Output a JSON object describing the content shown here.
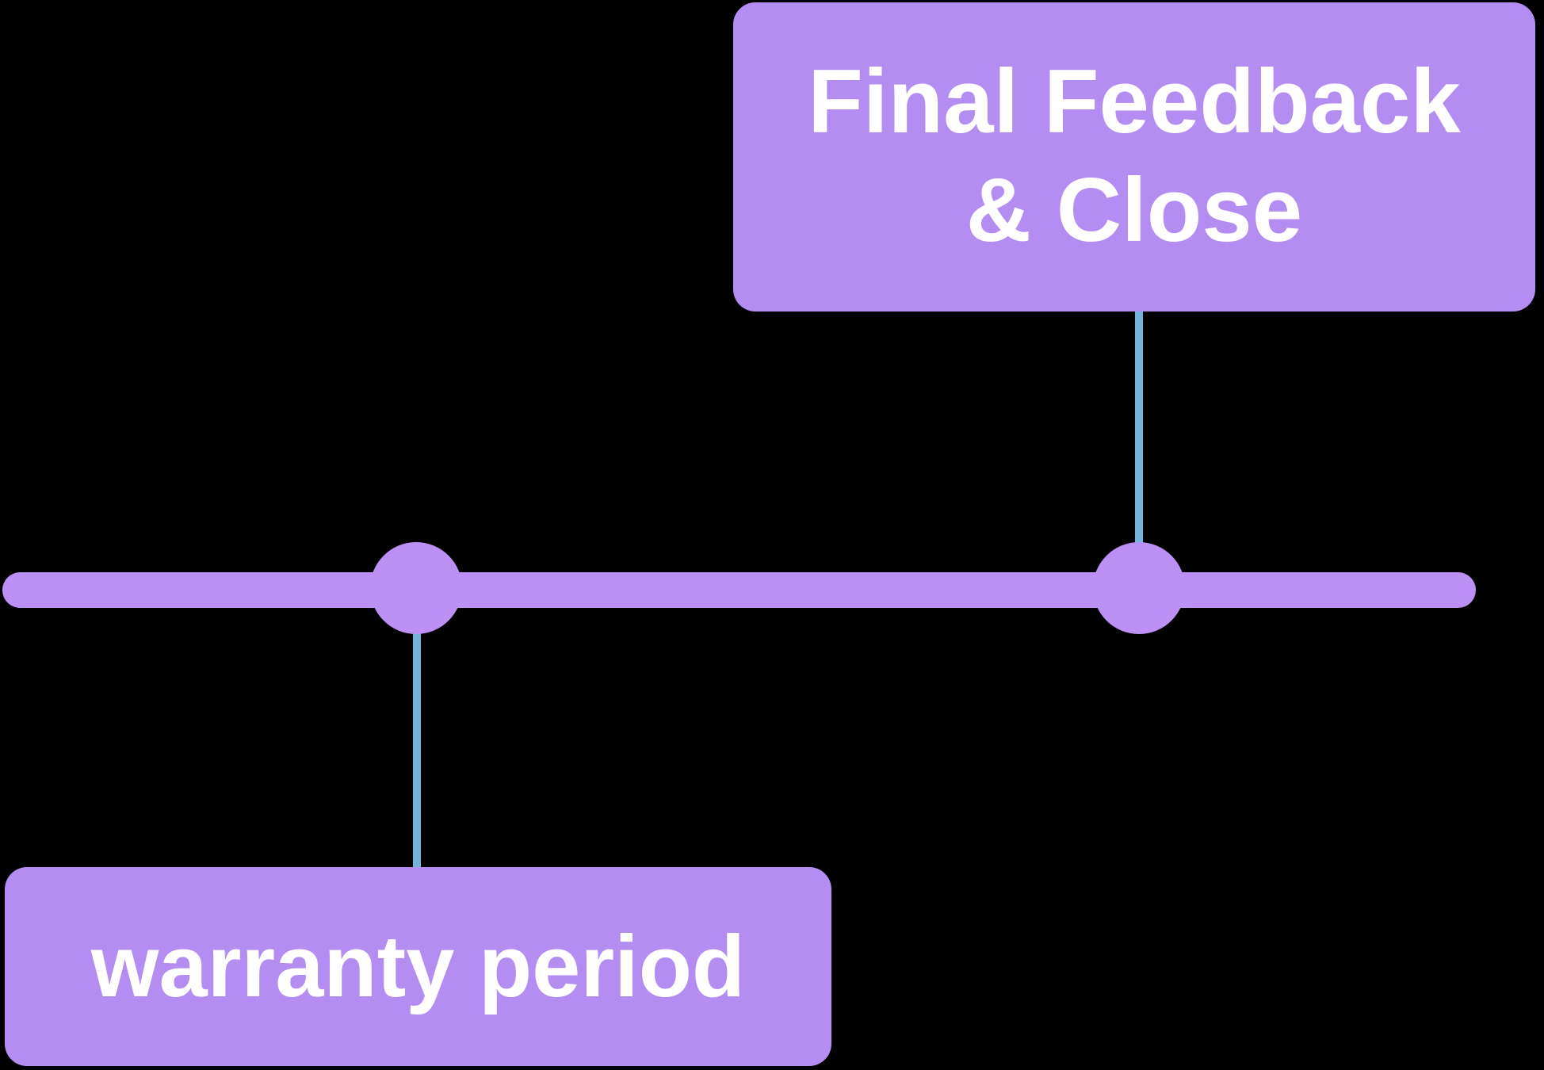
{
  "colors": {
    "box_purple": "#b38df1",
    "bar_purple": "#bd90f6",
    "connector_blue": "#74b3dc",
    "text_white": "#ffffff",
    "background": "#000000"
  },
  "timeline": {
    "type": "horizontal-milestone-timeline",
    "milestones": [
      {
        "id": "warranty-period",
        "label": "warranty period",
        "label_position": "below"
      },
      {
        "id": "final-feedback-close",
        "label": "Final Feedback & Close",
        "label_position": "above"
      }
    ]
  },
  "labels": {
    "top_box_line1": "Final Feedback",
    "top_box_line2": "& Close",
    "bottom_box": "warranty period"
  }
}
